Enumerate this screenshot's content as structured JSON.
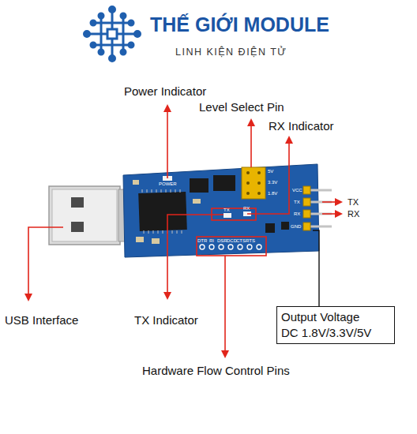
{
  "diagram": {
    "nodes": [
      {
        "text": [
          "Output Voltage",
          "DC 1.8V/3.3V/5V"
        ]
      }
    ],
    "labels": [
      "THẾ GIỚI MODULE",
      "LINH KIỆN ĐIỆN TỬ",
      "Power Indicator",
      "Level Select Pin",
      "RX Indicator",
      "TX",
      "RX",
      "USB Interface",
      "TX Indicator",
      "Hardware Flow Control Pins",
      "POWER",
      "5V",
      "3.3V",
      "1.8V",
      "VCC",
      "TX",
      "RX",
      "GND",
      "DTR",
      "RI",
      "DSR",
      "DCD",
      "CTS",
      "RTS",
      "TX",
      "RX"
    ]
  }
}
